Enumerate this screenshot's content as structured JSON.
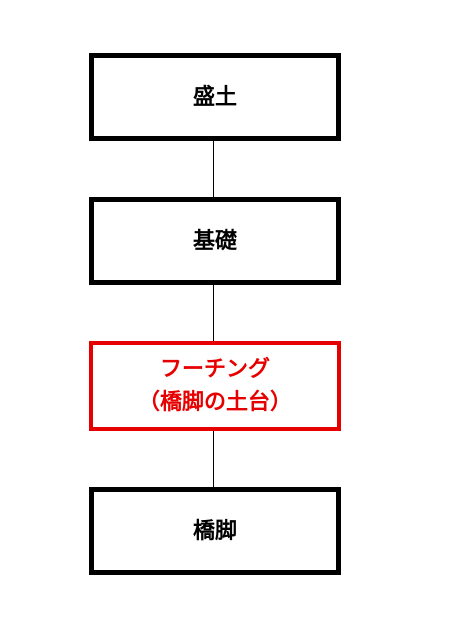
{
  "colors": {
    "default_border": "#000000",
    "default_text": "#000000",
    "highlight": "#e60000"
  },
  "nodes": [
    {
      "id": "embankment",
      "lines": [
        "盛土"
      ],
      "highlight": false
    },
    {
      "id": "foundation",
      "lines": [
        "基礎"
      ],
      "highlight": false
    },
    {
      "id": "footing",
      "lines": [
        "フーチング",
        "（橋脚の土台）"
      ],
      "highlight": true
    },
    {
      "id": "pier",
      "lines": [
        "橋脚"
      ],
      "highlight": false
    }
  ]
}
